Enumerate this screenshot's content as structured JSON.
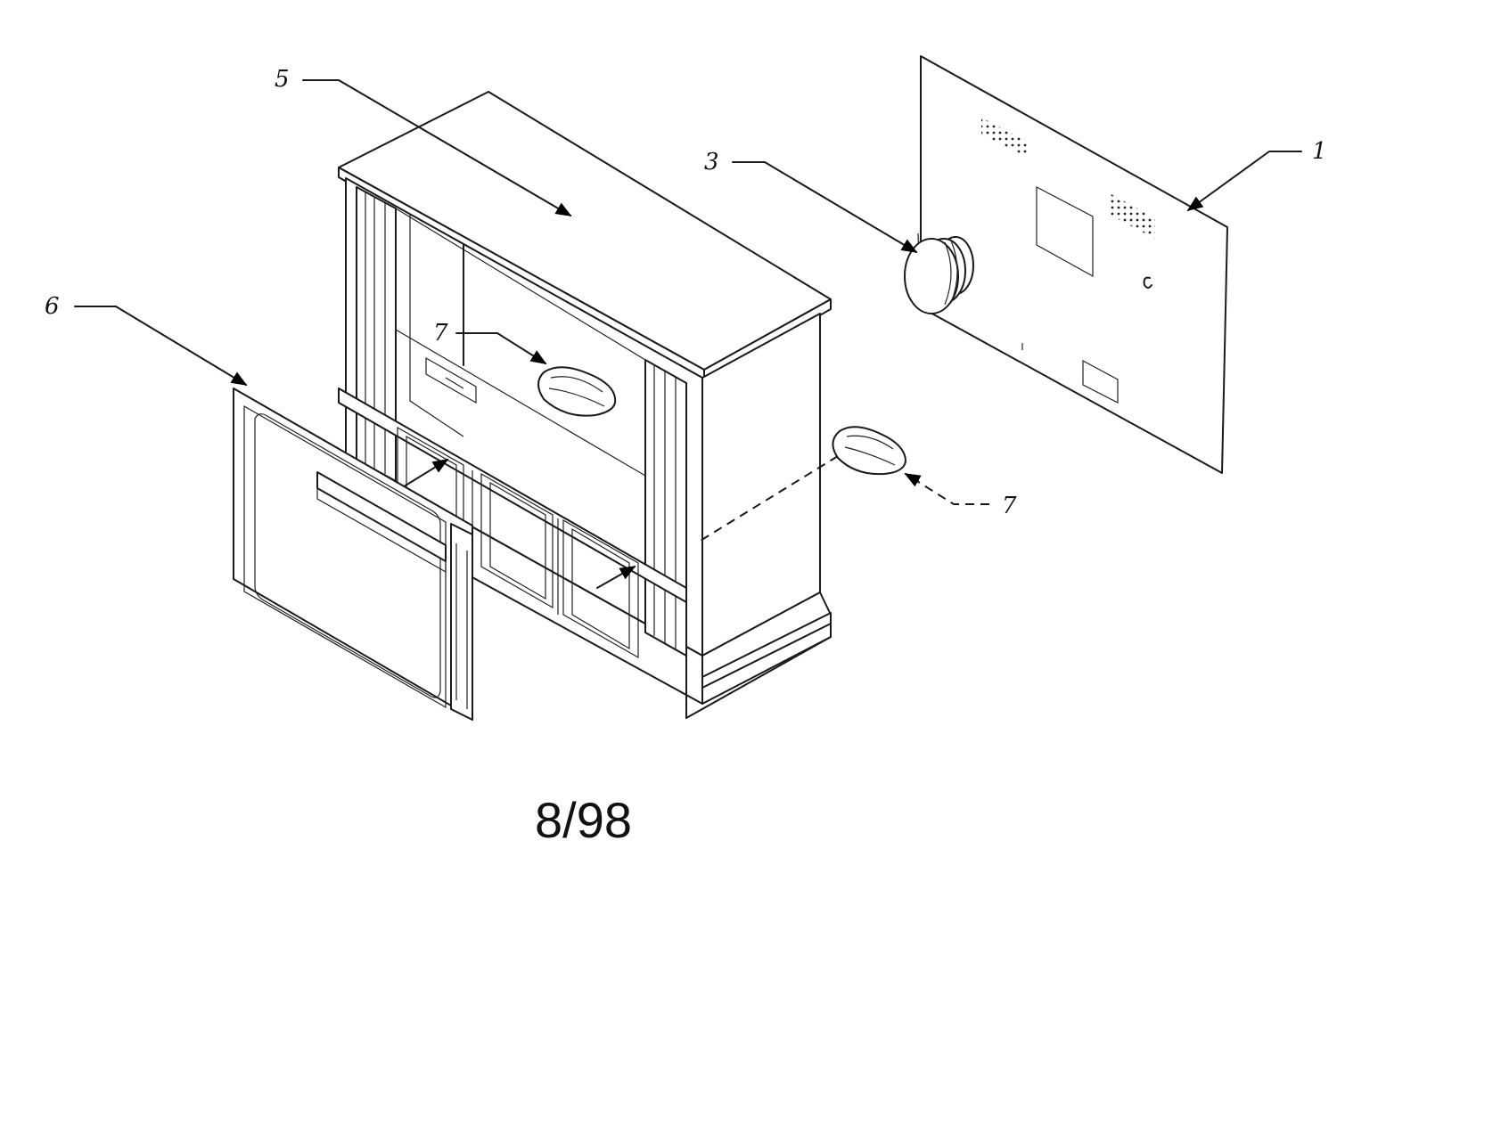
{
  "callouts": {
    "panel": "1",
    "knob": "3",
    "cabinet": "5",
    "door": "6",
    "hinge_inner": "7",
    "hinge_outer": "7"
  },
  "date_code": "8/98"
}
